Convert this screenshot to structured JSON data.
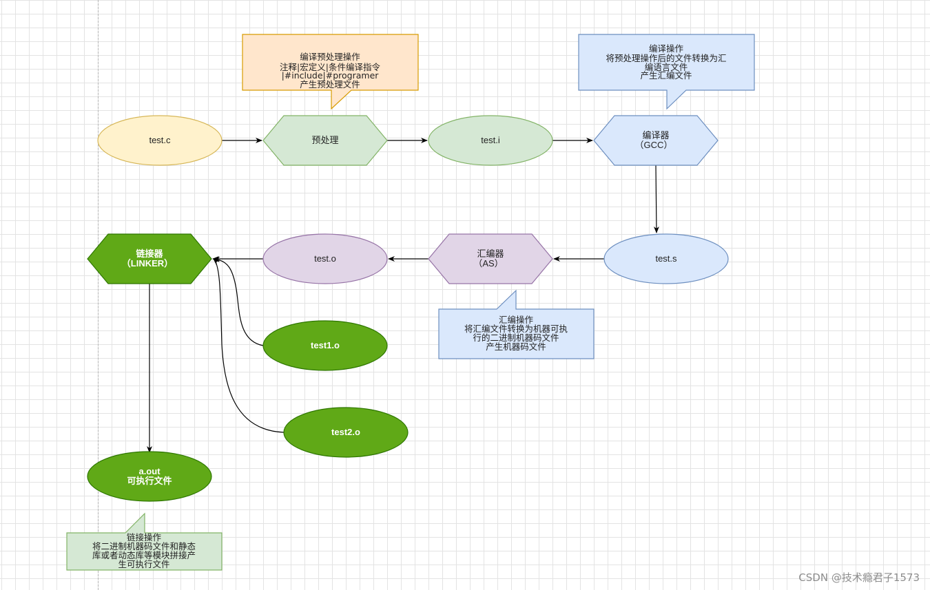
{
  "colors": {
    "yellow_fill": "#fff2cc",
    "yellow_stroke": "#d6b656",
    "green_fill": "#d5e8d4",
    "green_stroke": "#82b366",
    "blue_fill": "#dae8fc",
    "blue_stroke": "#6c8ebf",
    "purple_fill": "#e1d5e7",
    "purple_stroke": "#9673a6",
    "orange_fill": "#ffe6cc",
    "orange_stroke": "#d79b00",
    "dark_green_fill": "#60a917",
    "dark_green_stroke": "#2d7600",
    "arrow": "#000000"
  },
  "nodes": {
    "test_c": {
      "label": "test.c"
    },
    "preprocess": {
      "label": "预处理"
    },
    "test_i": {
      "label": "test.i"
    },
    "compiler": {
      "line1": "编译器",
      "line2": "（GCC）"
    },
    "test_s": {
      "label": "test.s"
    },
    "assembler": {
      "line1": "汇编器",
      "line2": "（AS）"
    },
    "test_o": {
      "label": "test.o"
    },
    "linker": {
      "line1": "链接器",
      "line2": "（LINKER）"
    },
    "test1_o": {
      "label": "test1.o"
    },
    "test2_o": {
      "label": "test2.o"
    },
    "a_out": {
      "line1": "a.out",
      "line2": "可执行文件"
    }
  },
  "callouts": {
    "preprocess_note": {
      "lines": [
        "编译预处理操作",
        "注释|宏定义|条件编译指令",
        "|#include|#programer",
        "产生预处理文件"
      ]
    },
    "compile_note": {
      "lines": [
        "编译操作",
        "将预处理操作后的文件转换为汇",
        "编语言文件",
        "产生汇编文件"
      ]
    },
    "assemble_note": {
      "lines": [
        "汇编操作",
        "将汇编文件转换为机器可执",
        "行的二进制机器码文件",
        "产生机器码文件"
      ]
    },
    "link_note": {
      "lines": [
        "链接操作",
        "将二进制机器码文件和静态",
        "库或者动态库等模块拼接产",
        "生可执行文件"
      ]
    }
  },
  "watermark": "CSDN @技术瘾君子1573"
}
